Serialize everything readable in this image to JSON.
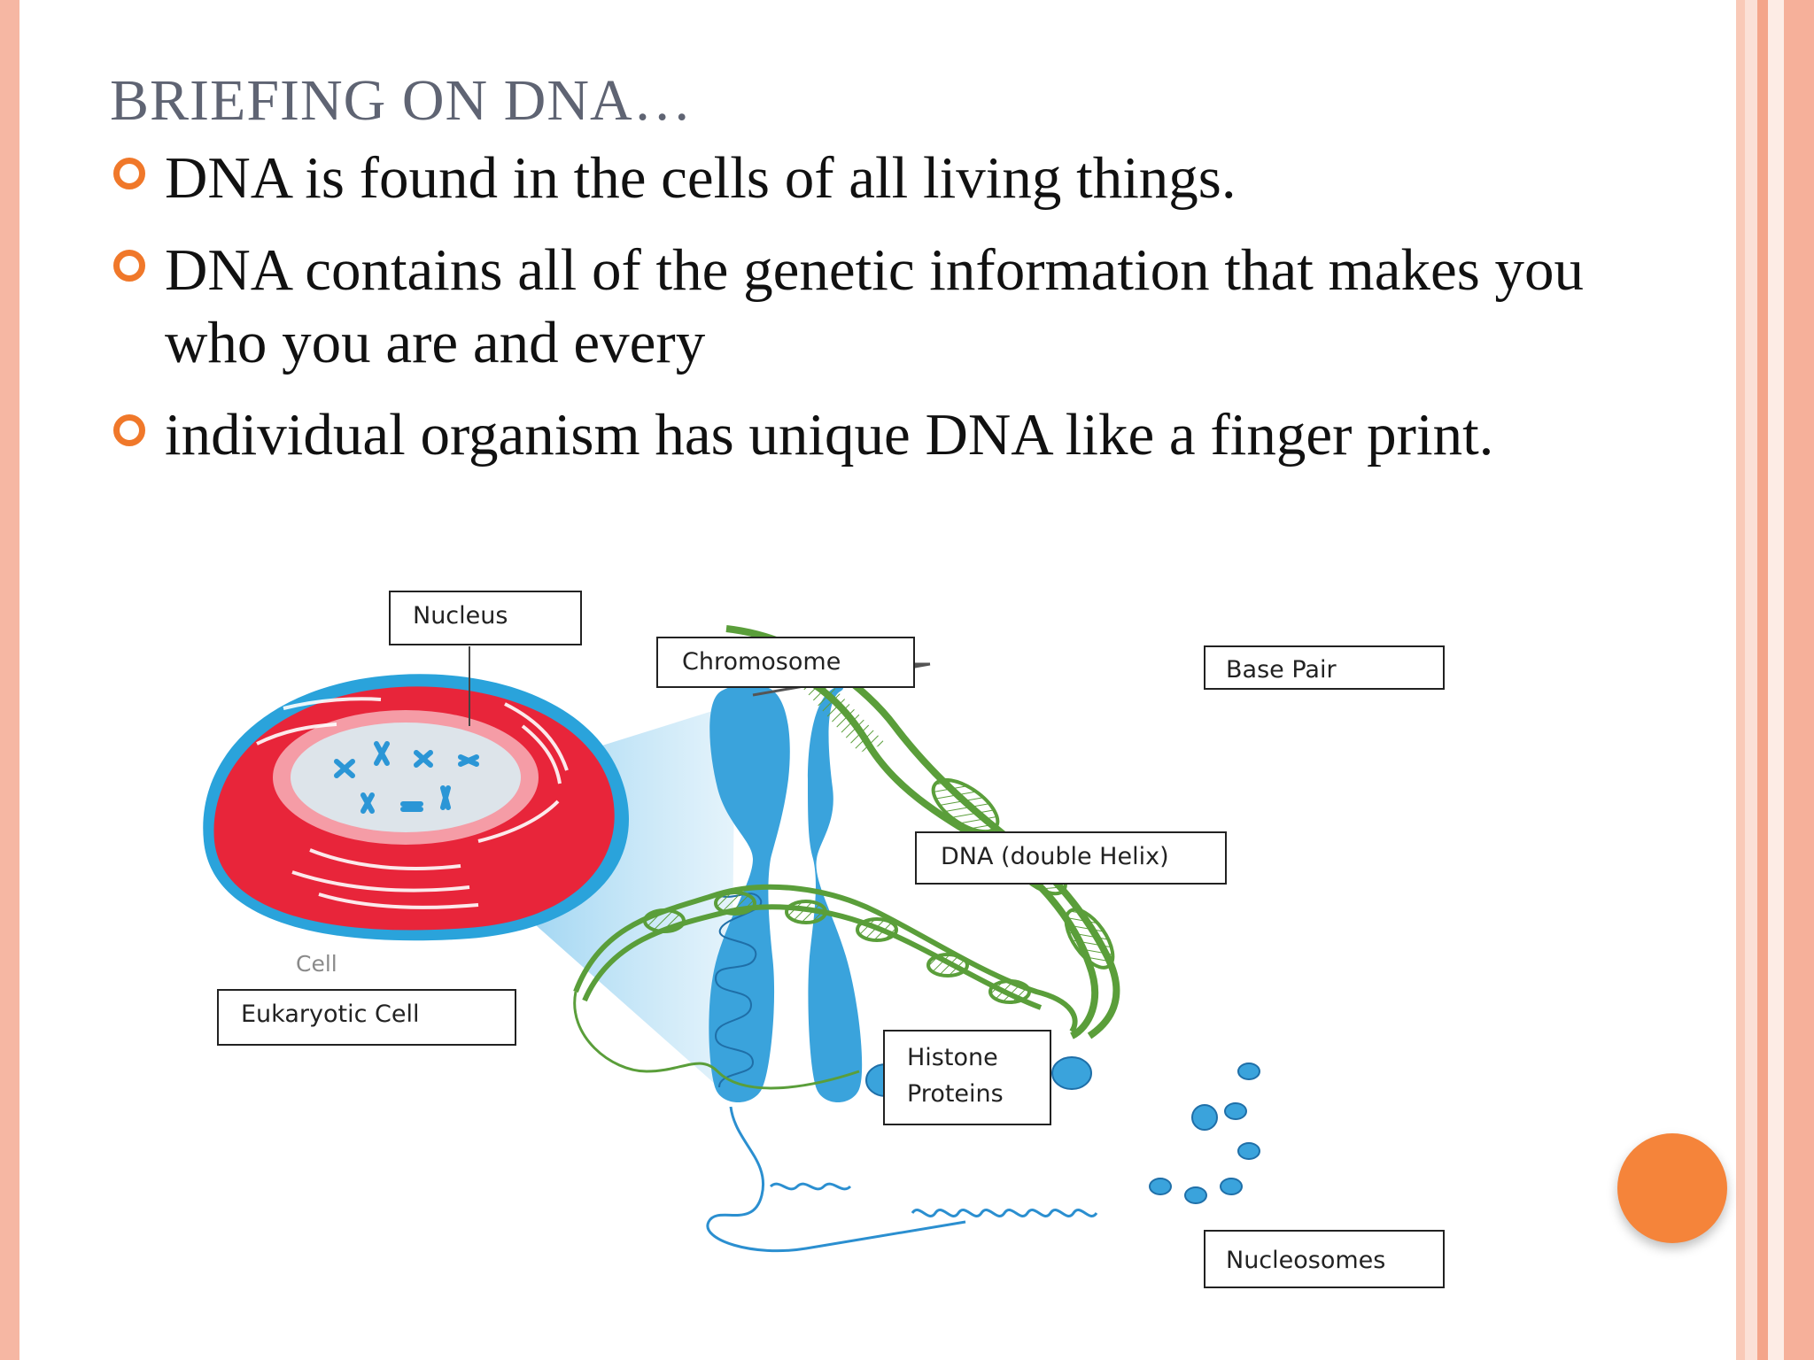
{
  "slide": {
    "title": "BRIEFING ON DNA…",
    "bullets": [
      "DNA is found in the cells of all living things.",
      "DNA contains all of the genetic information that makes you who you are and every",
      "individual organism has unique DNA like a finger print."
    ]
  },
  "diagram": {
    "labels": {
      "nucleus": "Nucleus",
      "chromosome": "Chromosome",
      "base_pair": "Base Pair",
      "dna_double_helix": "DNA (double Helix)",
      "cell": "Cell",
      "eukaryotic_cell": "Eukaryotic Cell",
      "histone_line1": "Histone",
      "histone_line2": "Proteins",
      "nucleosomes": "Nucleosomes"
    }
  },
  "colors": {
    "accent": "#f0782a",
    "border": "#f6b7a3",
    "title": "#5f6473",
    "cell_red": "#e8253a",
    "chromosome_blue": "#3aa3dc",
    "helix_green": "#5a9e3a"
  }
}
